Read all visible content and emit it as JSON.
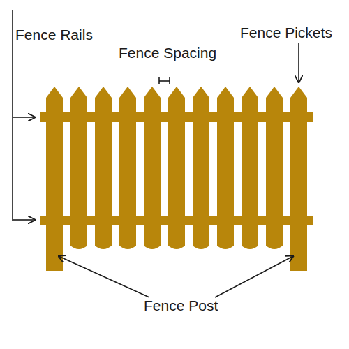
{
  "diagram": {
    "labels": [
      "Fence Rails",
      "Fence Spacing",
      "Fence Pickets",
      "Fence Post"
    ]
  }
}
